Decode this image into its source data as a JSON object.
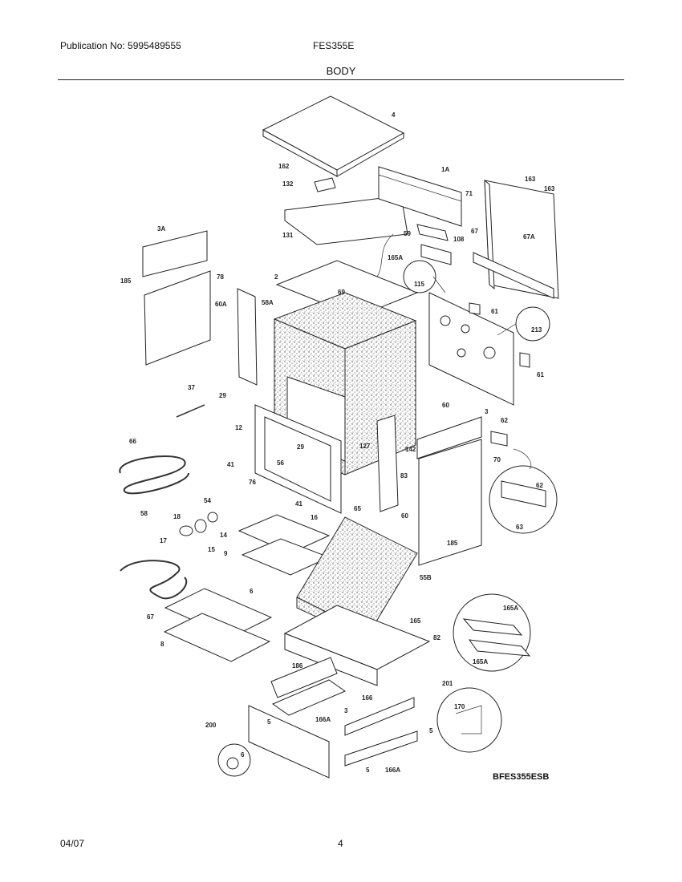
{
  "header": {
    "publication": "Publication No: 5995489555",
    "model": "FES355E",
    "section_title": "BODY"
  },
  "footer": {
    "date": "04/07",
    "page_number": "4"
  },
  "diagram": {
    "code": "BFES355ESB",
    "part_labels": [
      "4",
      "162",
      "132",
      "1A",
      "163",
      "163",
      "71",
      "131",
      "108",
      "67",
      "67A",
      "59",
      "165A",
      "3A",
      "78",
      "185",
      "60A",
      "58A",
      "2",
      "69",
      "115",
      "61",
      "213",
      "61",
      "60",
      "37",
      "29",
      "12",
      "127",
      "142",
      "3",
      "62",
      "66",
      "29",
      "41",
      "56",
      "76",
      "83",
      "70",
      "62",
      "63",
      "58",
      "54",
      "41",
      "65",
      "60",
      "18",
      "16",
      "14",
      "17",
      "15",
      "185",
      "9",
      "55B",
      "67",
      "6",
      "165",
      "165A",
      "82",
      "8",
      "165A",
      "186",
      "201",
      "166",
      "3",
      "166A",
      "170",
      "5",
      "200",
      "5",
      "6",
      "5",
      "166A"
    ]
  }
}
